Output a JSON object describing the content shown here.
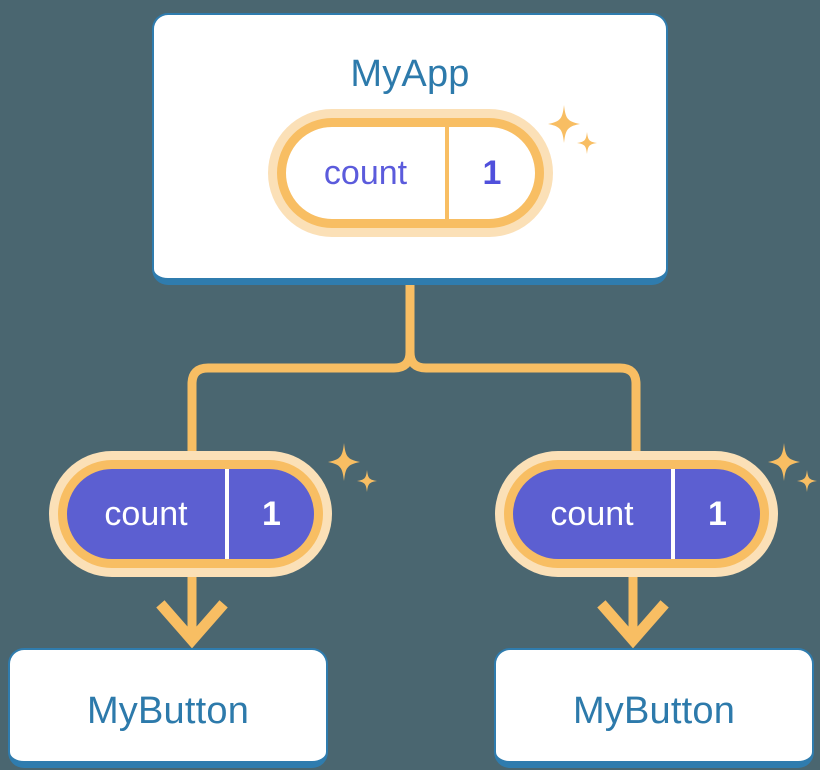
{
  "diagram": {
    "title_text": "MyApp",
    "background_color": "#4a6670",
    "accent_orange": "#f8be63",
    "accent_orange_soft": "#fbe0b7",
    "accent_blue": "#2f7cae",
    "accent_purple": "#5c5fd1",
    "state_text_purple": "#5b5bdc"
  },
  "root_component": {
    "name": "MyApp",
    "state": {
      "key": "count",
      "value": "1"
    },
    "sparkle_icon": "sparkles-icon"
  },
  "children": [
    {
      "name": "MyButton",
      "state": {
        "key": "count",
        "value": "1"
      },
      "sparkle_icon": "sparkles-icon"
    },
    {
      "name": "MyButton",
      "state": {
        "key": "count",
        "value": "1"
      },
      "sparkle_icon": "sparkles-icon"
    }
  ],
  "connectors": {
    "tree_branch_icon": "tree-branch-connector",
    "arrow_icon": "arrow-down-icon"
  }
}
